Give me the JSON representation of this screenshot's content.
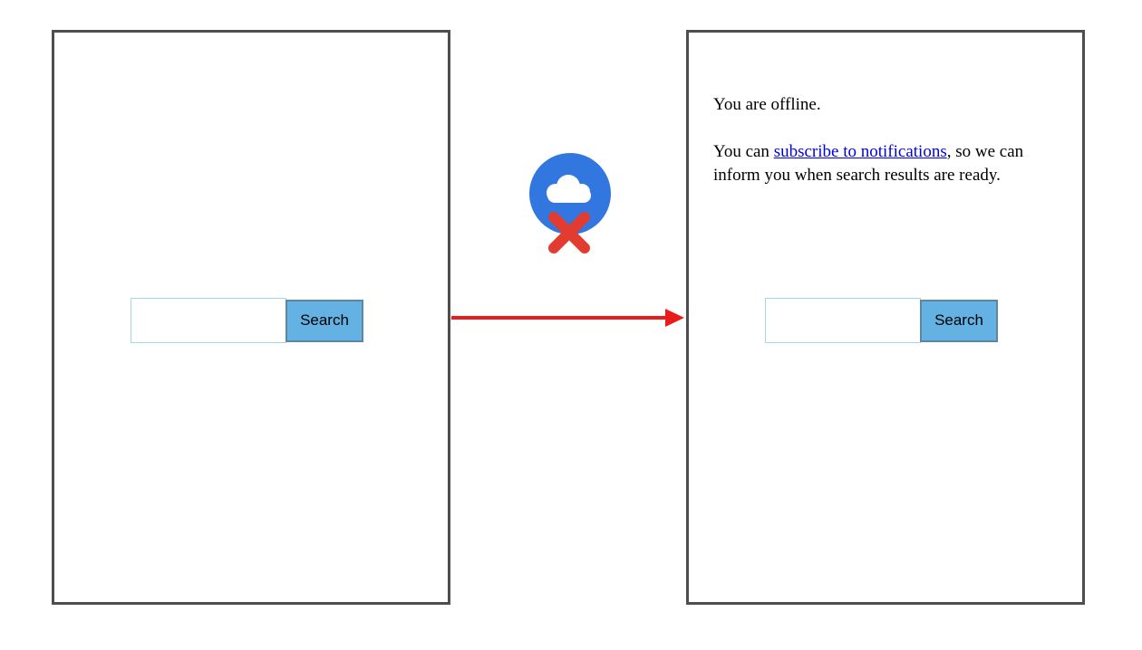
{
  "colors": {
    "panel_border": "#4e4e4e",
    "button_bg": "#64b2e4",
    "button_border": "#5d87a1",
    "input_border": "#a5d8dc",
    "arrow": "#ea1b1b",
    "cloud_circle": "#3277e0",
    "cross": "#e23b30",
    "link": "#0000e5"
  },
  "left_panel": {
    "search": {
      "value": "",
      "button_label": "Search"
    }
  },
  "right_panel": {
    "offline_message": "You are offline.",
    "notification_sentence": {
      "prefix": "You can ",
      "link_text": "subscribe to notifications",
      "suffix": ", so we can inform you when search results are ready."
    },
    "search": {
      "value": "",
      "button_label": "Search"
    }
  },
  "icons": {
    "offline_icon": "cloud-offline-icon",
    "arrow_icon": "right-arrow-icon"
  }
}
